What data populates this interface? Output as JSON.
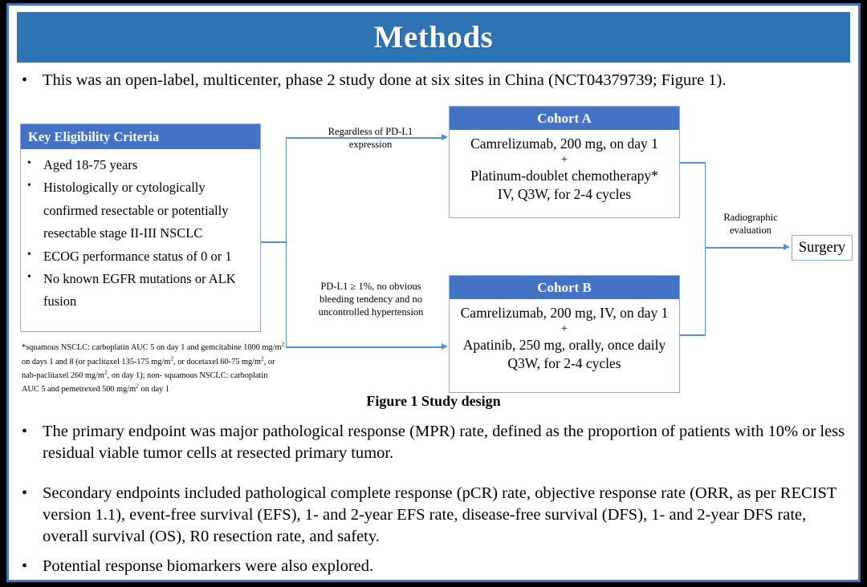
{
  "slide": {
    "title": "Methods",
    "accent_color": "#2E74B5",
    "box_header_color": "#4472C4",
    "connector_color": "#5B8FD0",
    "frame_color": "#4472C4"
  },
  "intro_bullet": {
    "marker": "•",
    "text": "This was an open-label, multicenter, phase 2 study done at six sites in China (NCT04379739; Figure 1)."
  },
  "figure": {
    "caption": "Figure 1 Study design",
    "eligibility": {
      "header": "Key  Eligibility Criteria",
      "marker": "•",
      "items": [
        "Aged 18-75 years",
        "Histologically or cytologically confirmed resectable or potentially resectable stage II-III  NSCLC",
        "ECOG performance status of 0 or 1",
        "No known EGFR mutations or ALK fusion"
      ]
    },
    "footnote": {
      "line1_a": "*squamous NSCLC: carboplatin AUC 5 on day 1 and gemcitabine 1000 mg/m",
      "line1_sup": "2",
      "line1_b": " on days 1 and 8 (or",
      "line2_a": "paclitaxel 135-175 mg/m",
      "line2_sup1": "2",
      "line2_b": ", or docetaxel 60-75 mg/m",
      "line2_sup2": "2",
      "line2_c": ", or nab-paclitaxel 260 mg/m",
      "line2_sup3": "2",
      "line2_d": ", on day 1); non-",
      "line3_a": "squamous NSCLC: carboplatin AUC 5 and pemetrexed 500 mg/m",
      "line3_sup": "2",
      "line3_b": " on day 1"
    },
    "cohort_a": {
      "header": "Cohort A",
      "line1": "Camrelizumab, 200 mg, on day 1",
      "plus": "+",
      "line2": "Platinum-doublet chemotherapy*",
      "line3": "IV, Q3W, for 2-4 cycles"
    },
    "cohort_b": {
      "header": "Cohort B",
      "line1": "Camrelizumab, 200 mg, IV, on day 1",
      "plus": "+",
      "line2": "Apatinib, 250 mg, orally, once daily",
      "line3": "Q3W, for 2-4 cycles"
    },
    "connector_labels": {
      "top_line1": "Regardless  of PD-L1",
      "top_line2": "expression",
      "bottom_line1": "PD-L1 ≥ 1%, no obvious",
      "bottom_line2": "bleeding tendency  and no",
      "bottom_line3": "uncontrolled  hypertension",
      "right_line1": "Radiographic",
      "right_line2": "evaluation"
    },
    "surgery": "Surgery"
  },
  "endpoint_bullets": [
    {
      "marker": "•",
      "text": "The primary endpoint was major pathological response (MPR) rate, defined as the proportion of patients with 10% or less residual viable tumor cells at resected primary tumor."
    },
    {
      "marker": "•",
      "text": "Secondary endpoints included pathological complete response (pCR) rate, objective response rate (ORR, as per RECIST version 1.1), event-free survival (EFS), 1- and 2-year EFS rate, disease-free survival (DFS), 1- and 2-year DFS rate, overall survival (OS), R0 resection rate, and safety."
    },
    {
      "marker": "•",
      "text": "Potential response biomarkers were also explored."
    }
  ]
}
